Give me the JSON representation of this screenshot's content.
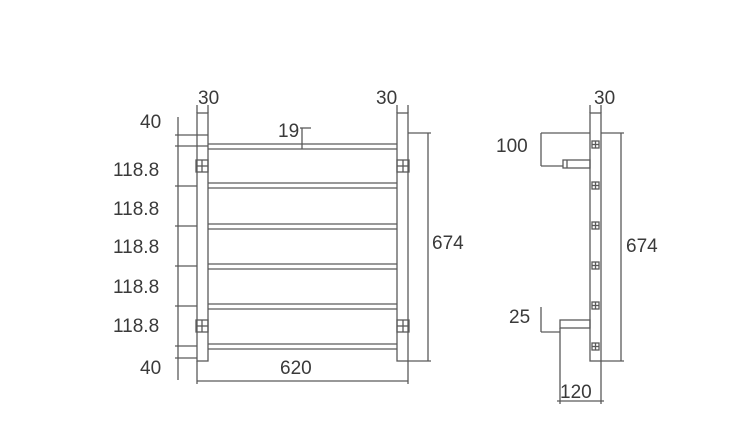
{
  "front_view": {
    "top_left_width": "30",
    "top_right_width": "30",
    "top_offset": "40",
    "bar_spacings": [
      "118.8",
      "118.8",
      "118.8",
      "118.8",
      "118.8"
    ],
    "bottom_offset": "40",
    "bar_diameter": "19",
    "overall_width": "620",
    "overall_height": "674"
  },
  "side_view": {
    "post_width": "30",
    "top_projection": "100",
    "bottom_projection": "25",
    "overall_height": "674",
    "bracket_depth": "120"
  },
  "colors": {
    "line": "#5a5a5a",
    "text": "#3a3a3a",
    "background": "#ffffff"
  }
}
